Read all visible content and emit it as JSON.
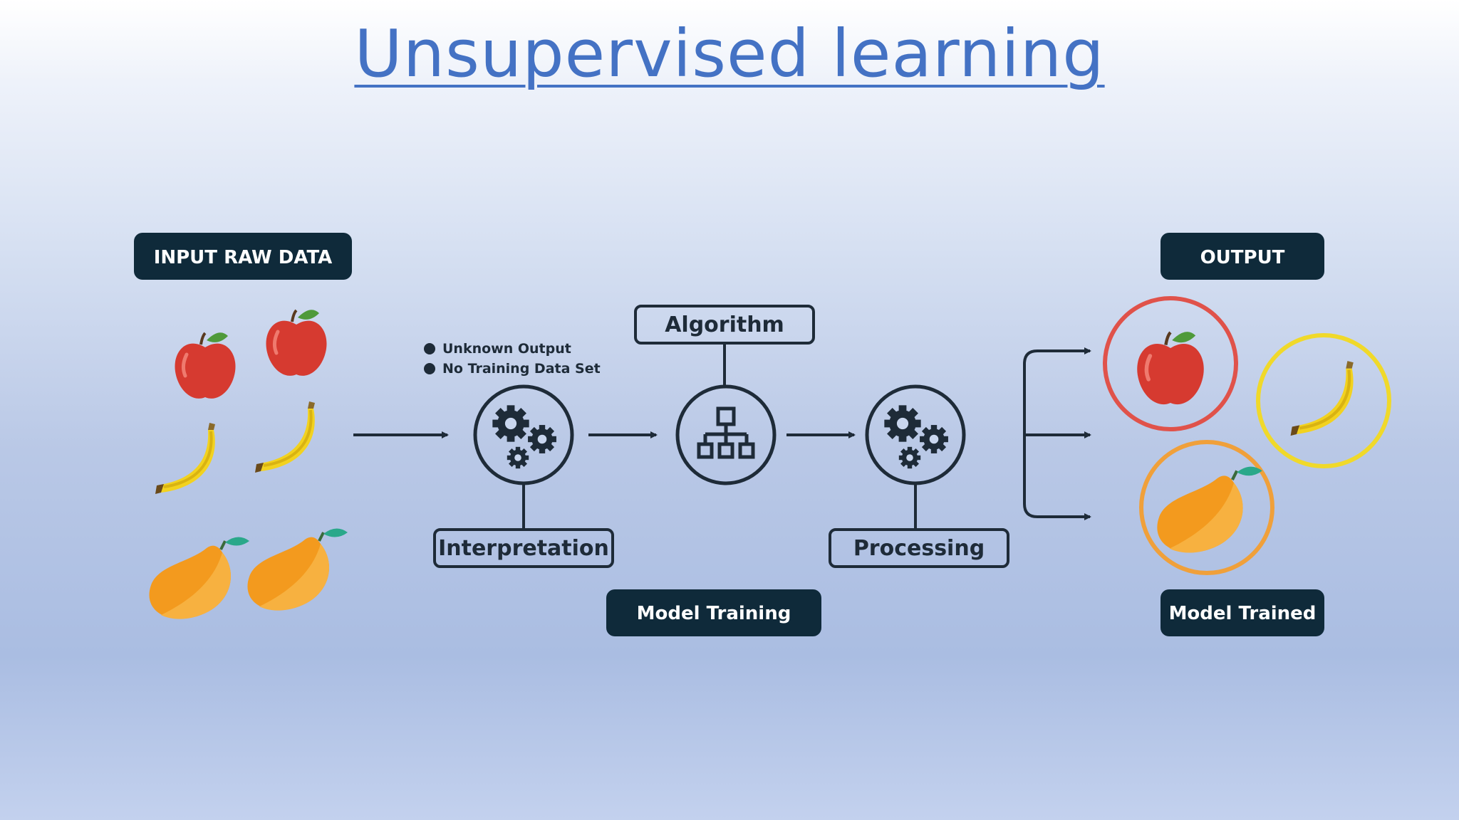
{
  "title": "Unsupervised learning",
  "labels": {
    "input": "INPUT RAW DATA",
    "output": "OUTPUT",
    "algorithm": "Algorithm",
    "interpretation": "Interpretation",
    "processing": "Processing",
    "model_training": "Model Training",
    "model_trained": "Model Trained"
  },
  "notes": [
    "Unknown Output",
    "No Training Data Set"
  ],
  "colors": {
    "title": "#4472c4",
    "dark": "#0f2a3a",
    "apple": "#d63a30",
    "banana": "#f2d21f",
    "mango": "#f39a1e",
    "apple_ring": "#e0524a",
    "banana_ring": "#f0d92a",
    "mango_ring": "#f0a03a"
  },
  "icons": [
    "apple-icon",
    "banana-icon",
    "mango-icon",
    "gears-icon",
    "hierarchy-icon",
    "arrow-icon"
  ]
}
